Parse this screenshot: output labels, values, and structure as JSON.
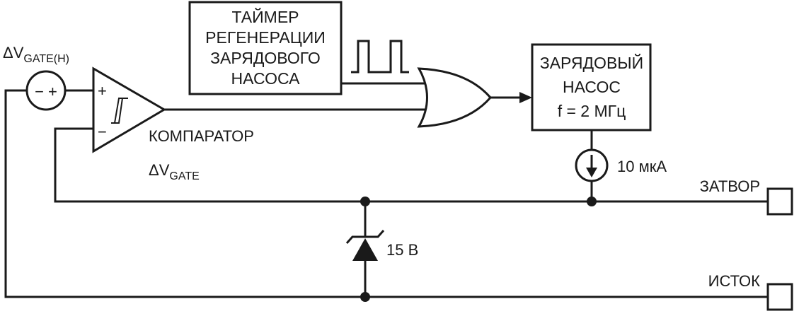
{
  "timer_block": {
    "lines": [
      "ТАЙМЕР",
      "РЕГЕНЕРАЦИИ",
      "ЗАРЯДОВОГО",
      "НАСОСА"
    ]
  },
  "pump_block": {
    "lines": [
      "ЗАРЯДОВЫЙ",
      "НАСОС",
      "f = 2 МГц"
    ]
  },
  "labels": {
    "delta_symbol": "Δ",
    "v_letter": "V",
    "dvgate_h_sub": "GATE(H)",
    "dvgate_sub": "GATE",
    "comparator": "КОМПАРАТОР",
    "current_source": "10 мкА",
    "zener": "15 В",
    "gate_pin": "ЗАТВОР",
    "source_pin": "ИСТОК",
    "plus": "+",
    "minus": "−",
    "vsrc_signs": "− +"
  },
  "colors": {
    "ink": "#1a1a1a",
    "background": "#ffffff"
  },
  "icons": {
    "comparator": "op-amp-triangle",
    "hysteresis": "hysteresis-symbol",
    "or_gate": "or-gate",
    "pulse": "pulse-train",
    "current_source": "current-source-arrow-down",
    "zener": "zener-diode",
    "terminal": "square-terminal"
  }
}
